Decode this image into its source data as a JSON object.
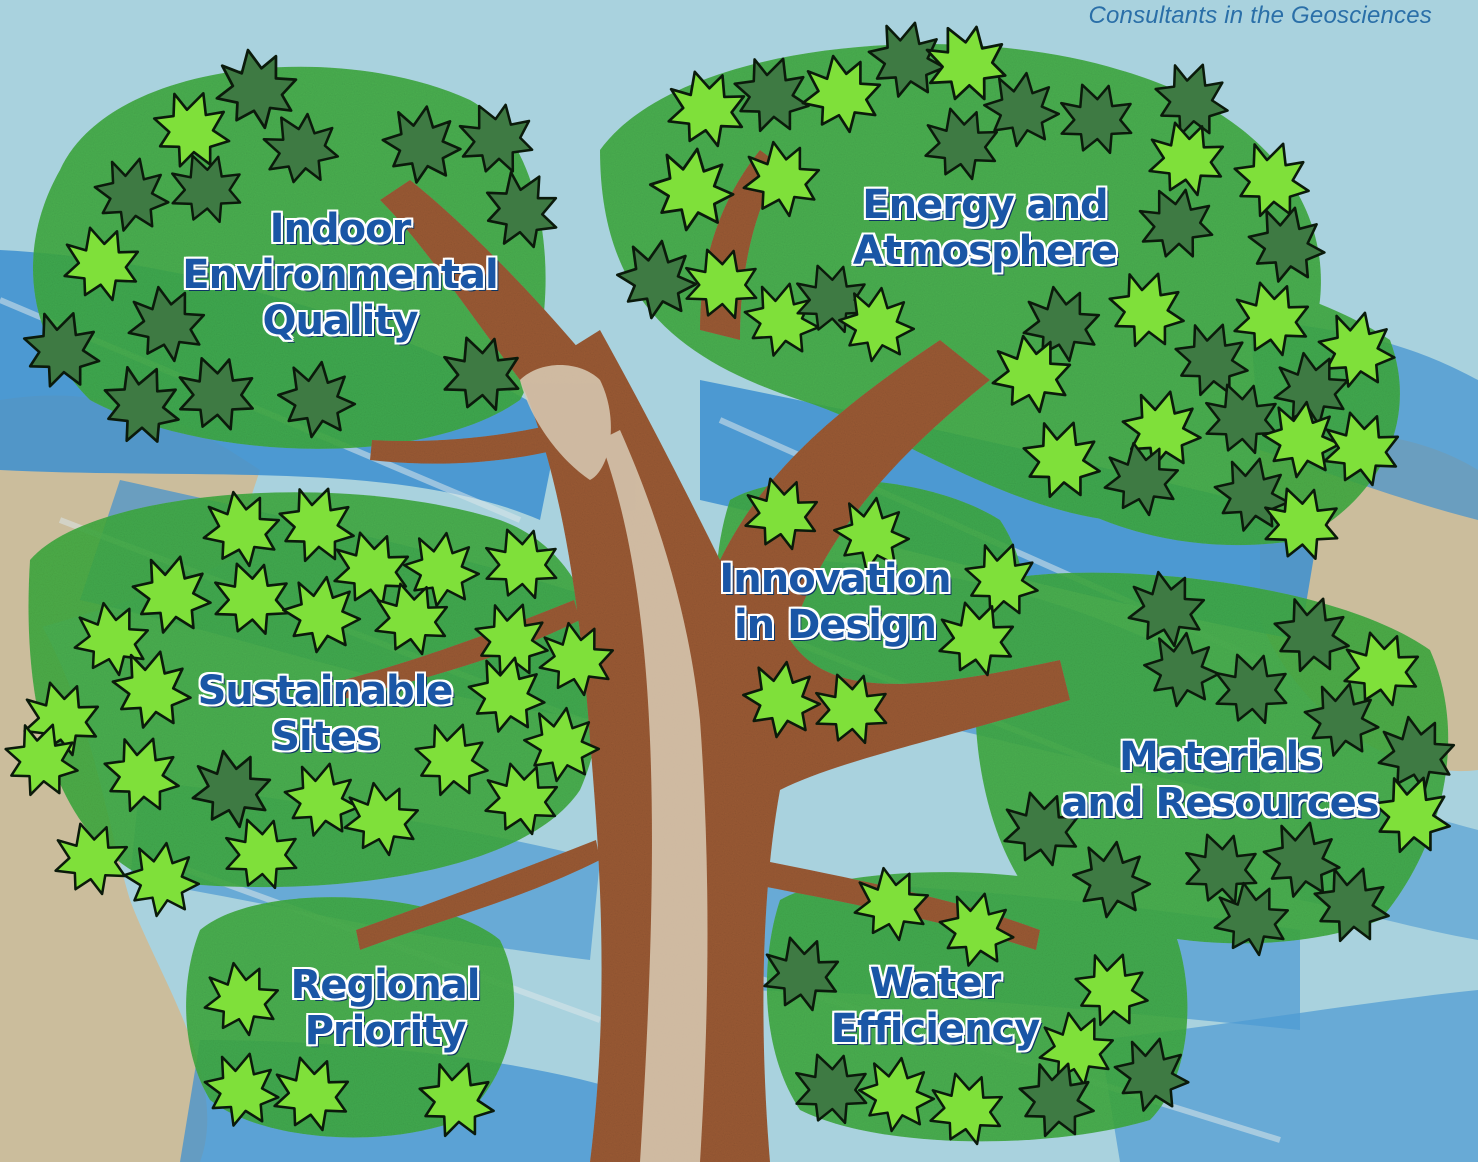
{
  "tagline": "Consultants in the Geosciences",
  "categories": {
    "indoor": {
      "lines": [
        "Indoor",
        "Environmental",
        "Quality"
      ]
    },
    "energy": {
      "lines": [
        "Energy and",
        "Atmosphere"
      ]
    },
    "innovation": {
      "lines": [
        "Innovation",
        "in Design"
      ]
    },
    "sites": {
      "lines": [
        "Sustainable",
        "Sites"
      ]
    },
    "materials": {
      "lines": [
        "Materials",
        "and Resources"
      ]
    },
    "regional": {
      "lines": [
        "Regional",
        "Priority"
      ]
    },
    "water": {
      "lines": [
        "Water",
        "Efficiency"
      ]
    }
  },
  "colors": {
    "sky": "#a9d2de",
    "ground": "#cbbd9c",
    "water_blue": "#3c8fd0",
    "trunk": "#9a5a34",
    "foliage": "#3eaa3f",
    "leaf_light": "#7fe03a",
    "leaf_dark": "#3e7a43",
    "label": "#1a56a6"
  },
  "icons": [
    "maple-leaf-icon"
  ]
}
